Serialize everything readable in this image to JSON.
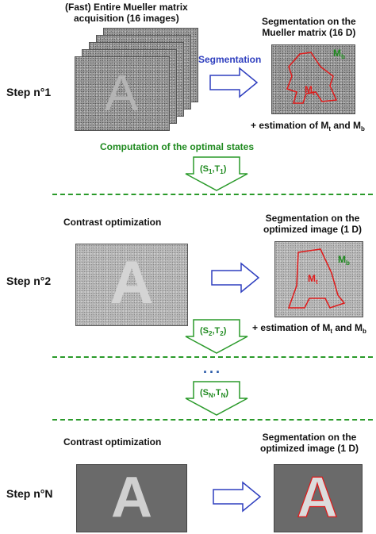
{
  "step1": {
    "label": "Step n°1",
    "acq_title_1": "(Fast) Entire Mueller matrix",
    "acq_title_2": "acquisition (16 images)",
    "seg_arrow_label": "Segmentation",
    "seg_title_1": "Segmentation on the",
    "seg_title_2": "Mueller matrix (16 D)",
    "estimation": "+ estimation of M",
    "estimation_and": " and M"
  },
  "optimal_states": "Computation of the optimal states",
  "step2": {
    "label": "Step n°2",
    "contrast": "Contrast optimization",
    "seg_title_1": "Segmentation on the",
    "seg_title_2": "optimized image (1 D)",
    "estimation": "+ estimation of M",
    "estimation_and": " and M"
  },
  "stepN": {
    "label": "Step n°N",
    "contrast": "Contrast optimization",
    "seg_title_1": "Segmentation on the",
    "seg_title_2": "optimized image (1 D)"
  },
  "letters": {
    "A": "A",
    "M": "M",
    "t": "t",
    "b": "b",
    "S": "S",
    "T": "T",
    "sub1": "1",
    "sub2": "2",
    "subN": "N",
    "lp": "(",
    "comma": ",",
    "rp": ")"
  },
  "ellipsis": "...",
  "colors": {
    "green": "#1f8a1f",
    "blue": "#2f3fbf",
    "red": "#e01a1a"
  }
}
